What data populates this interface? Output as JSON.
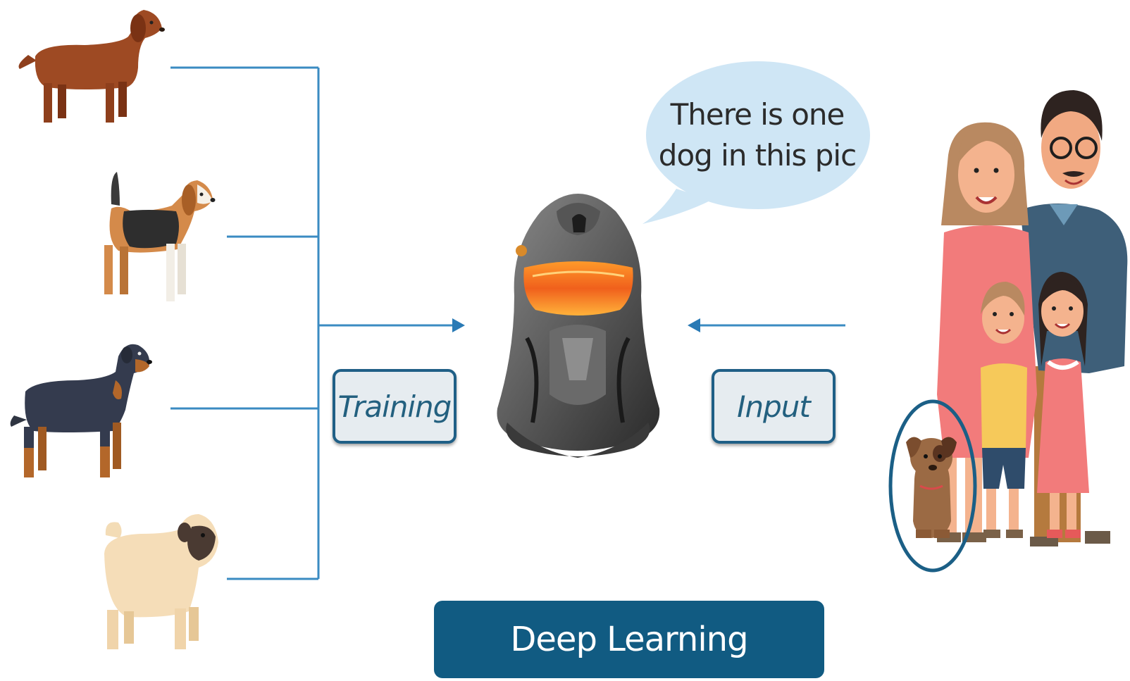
{
  "diagram": {
    "training_label": "Training",
    "input_label": "Input",
    "footer_label": "Deep Learning",
    "speech_bubble": {
      "line1": "There is one",
      "line2": "dog in this pic"
    }
  },
  "colors": {
    "connector": "#3a8bc2",
    "label_border": "#1f5f86",
    "label_text": "#23607f",
    "banner": "#115b82",
    "bubble": "#cfe6f5"
  },
  "icons": [
    "dachshund-dog-icon",
    "beagle-dog-icon",
    "rottweiler-dog-icon",
    "pug-dog-icon",
    "robot-icon",
    "family-icon",
    "puppy-icon"
  ]
}
